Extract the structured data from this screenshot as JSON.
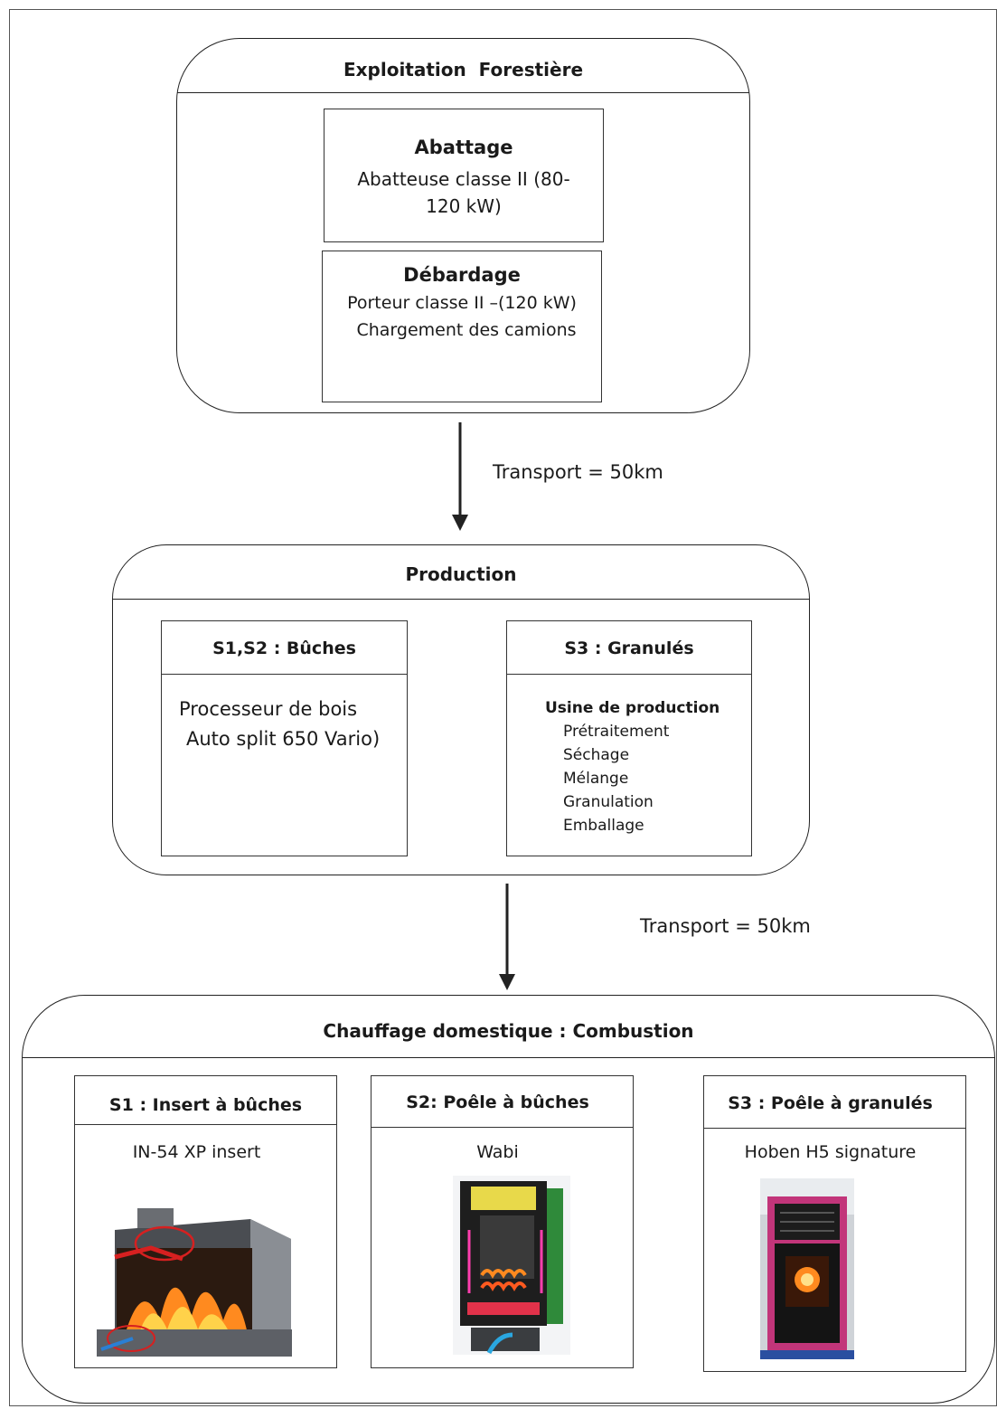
{
  "stages": {
    "forest": {
      "title": "Exploitation  Forestière",
      "abattage": {
        "title": "Abattage",
        "text": "Abatteuse classe II (80- 120 kW)"
      },
      "debardage": {
        "title": "Débardage",
        "line1": "Porteur classe II –(120 kW)",
        "line2": "Chargement des camions"
      }
    },
    "transport1": "Transport = 50km",
    "production": {
      "title": "Production",
      "s12": {
        "title": "S1,S2 : Bûches",
        "line1": "Processeur de bois",
        "line2": "Auto split 650 Vario)"
      },
      "s3": {
        "title": "S3 : Granulés",
        "heading": "Usine de production",
        "steps": [
          "Prétraitement",
          "Séchage",
          "Mélange",
          "Granulation",
          "Emballage"
        ]
      }
    },
    "transport2": "Transport = 50km",
    "combustion": {
      "title": "Chauffage domestique : Combustion",
      "s1": {
        "title": "S1 : Insert à bûches",
        "model": "IN-54 XP insert"
      },
      "s2": {
        "title": "S2: Poêle à bûches",
        "model": "Wabi"
      },
      "s3": {
        "title": "S3 : Poêle à granulés",
        "model": "Hoben H5 signature"
      }
    }
  },
  "colors": {
    "line": "#222222",
    "stove_pink": "#c2357a",
    "fire": "#ff8a1f"
  },
  "icons": [
    "arrow-down-icon",
    "wood-insert-photo",
    "log-stove-photo",
    "pellet-stove-photo"
  ]
}
